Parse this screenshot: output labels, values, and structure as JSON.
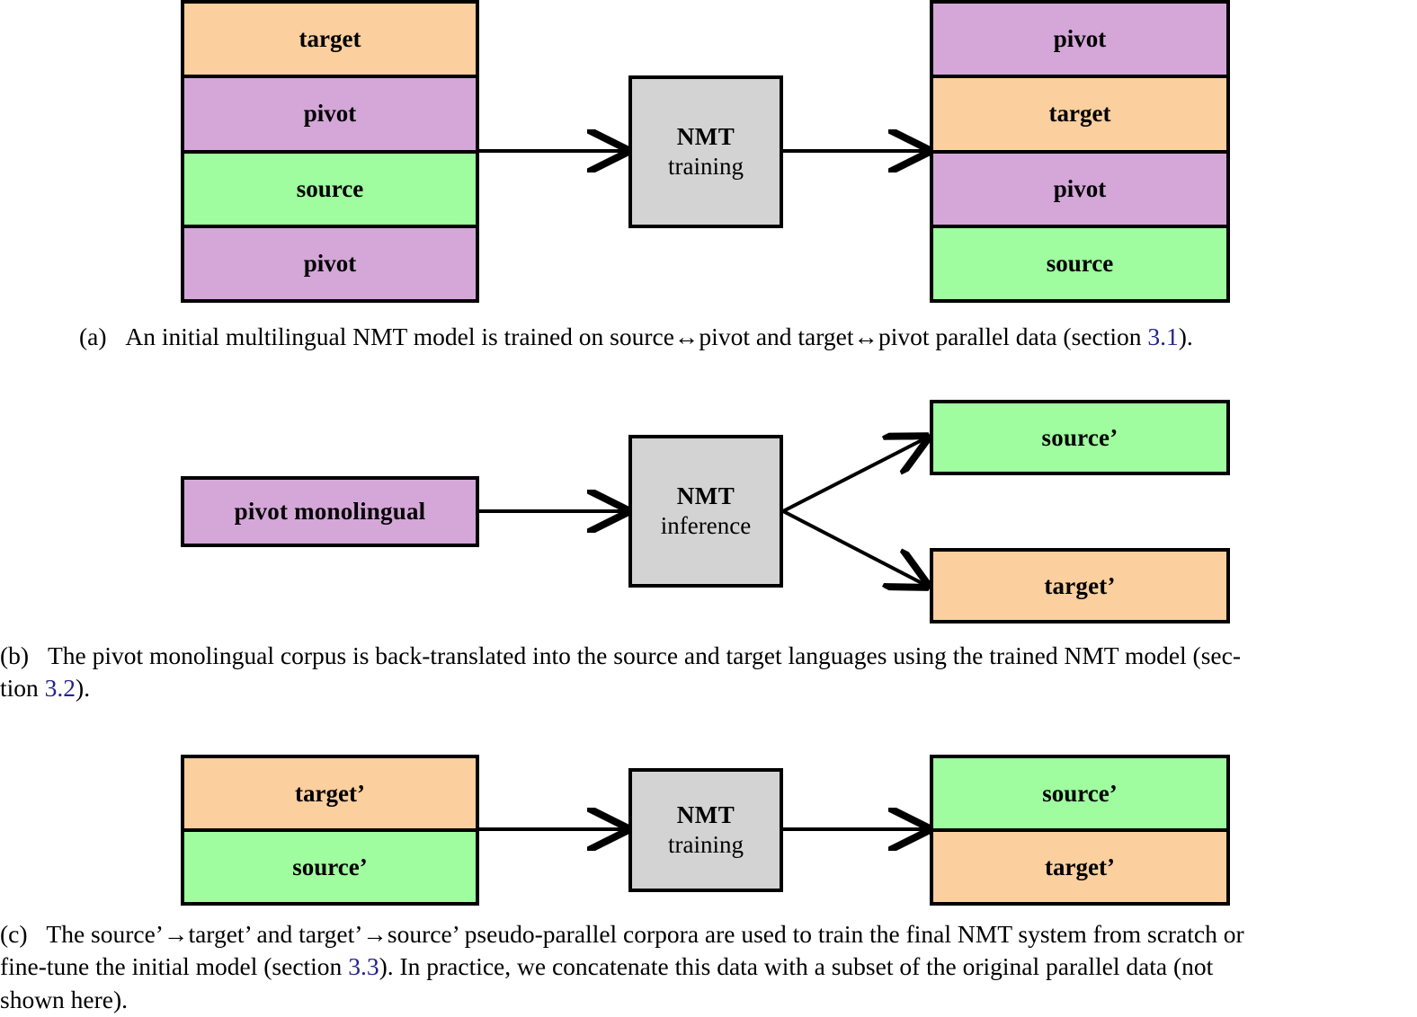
{
  "figure": {
    "colors": {
      "target": "#fbcf9e",
      "pivot": "#d4a7d8",
      "source": "#9ffc9f",
      "process": "#d3d3d3",
      "stroke": "#000000",
      "link": "#23238e",
      "background": "#ffffff"
    }
  },
  "panel_a": {
    "left_stack": [
      {
        "label": "target",
        "color_key": "target"
      },
      {
        "label": "pivot",
        "color_key": "pivot"
      },
      {
        "label": "source",
        "color_key": "source"
      },
      {
        "label": "pivot",
        "color_key": "pivot"
      }
    ],
    "process": {
      "top": "NMT",
      "bottom": "training"
    },
    "right_stack": [
      {
        "label": "pivot",
        "color_key": "pivot"
      },
      {
        "label": "target",
        "color_key": "target"
      },
      {
        "label": "pivot",
        "color_key": "pivot"
      },
      {
        "label": "source",
        "color_key": "source"
      }
    ],
    "caption": {
      "tag": "(a)",
      "lines": [
        [
          {
            "t": "An initial multilingual NMT model is trained on source↔pivot and target↔pivot parallel data (section "
          },
          {
            "t": "3.1",
            "link": true
          },
          {
            "t": ")."
          }
        ]
      ]
    }
  },
  "panel_b": {
    "input_box": {
      "label": "pivot monolingual",
      "color_key": "pivot"
    },
    "process": {
      "top": "NMT",
      "bottom": "inference"
    },
    "output_top": {
      "label": "source’",
      "color_key": "source"
    },
    "output_bottom": {
      "label": "target’",
      "color_key": "target"
    },
    "caption": {
      "tag": "(b)",
      "lines": [
        [
          {
            "t": "The pivot monolingual corpus is back-translated into the source and target languages using the trained NMT model (sec-"
          }
        ],
        [
          {
            "t": "tion "
          },
          {
            "t": "3.2",
            "link": true
          },
          {
            "t": ")."
          }
        ]
      ]
    }
  },
  "panel_c": {
    "left_stack": [
      {
        "label": "target’",
        "color_key": "target"
      },
      {
        "label": "source’",
        "color_key": "source"
      }
    ],
    "process": {
      "top": "NMT",
      "bottom": "training"
    },
    "right_stack": [
      {
        "label": "source’",
        "color_key": "source"
      },
      {
        "label": "target’",
        "color_key": "target"
      }
    ],
    "caption": {
      "tag": "(c)",
      "lines": [
        [
          {
            "t": "The source’→target’ and target’→source’ pseudo-parallel corpora are used to train the final NMT system from scratch or"
          }
        ],
        [
          {
            "t": "fine-tune the initial model (section "
          },
          {
            "t": "3.3",
            "link": true
          },
          {
            "t": ").  In practice, we concatenate this data with a subset of the original parallel data (not"
          }
        ],
        [
          {
            "t": "shown here)."
          }
        ]
      ]
    }
  }
}
